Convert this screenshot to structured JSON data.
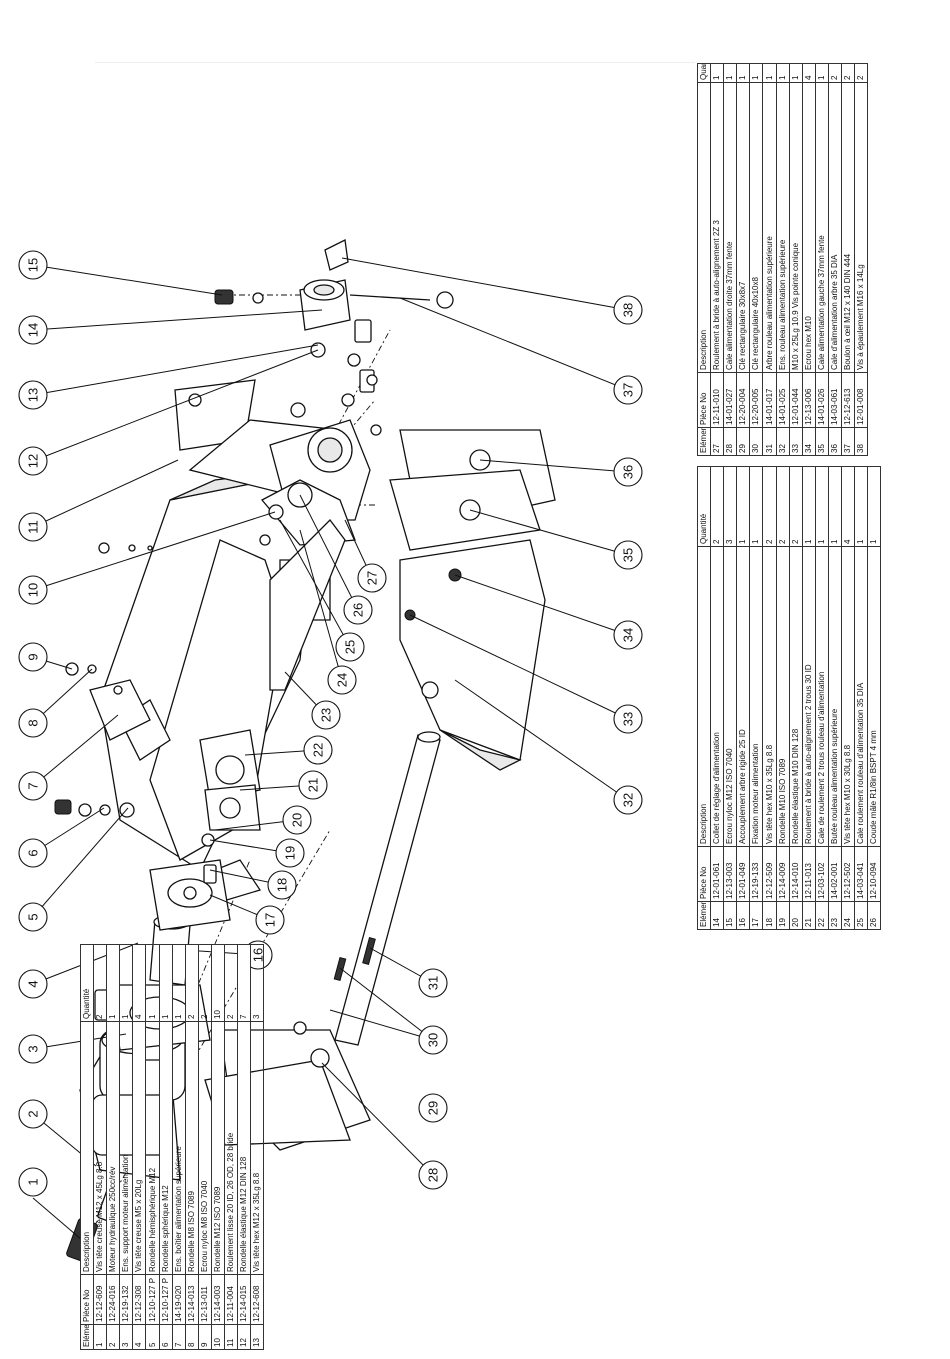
{
  "headers": {
    "element": "Elément",
    "piece_no": "Pièce No",
    "description": "Description",
    "quantity": "Quantité",
    "quantity_short": "Quan"
  },
  "table1": [
    {
      "el": "1",
      "pn": "12-12-609",
      "desc": "Vis tête creuse M12 x 45Lg 8.8",
      "qty": "2"
    },
    {
      "el": "2",
      "pn": "12-24-016",
      "desc": "Moteur hydraulique 250cc/rév",
      "qty": "1"
    },
    {
      "el": "3",
      "pn": "12-19-132",
      "desc": "Ens. support moteur alimentation",
      "qty": "1"
    },
    {
      "el": "4",
      "pn": "12-12-308",
      "desc": "Vis tête creuse M5 x 20Lg",
      "qty": "4"
    },
    {
      "el": "5",
      "pn": "12-10-127 P",
      "desc": "Rondelle hémisphérique M12",
      "qty": "1"
    },
    {
      "el": "6",
      "pn": "12-10-127 P",
      "desc": "Rondelle sphérique M12",
      "qty": "1"
    },
    {
      "el": "7",
      "pn": "14-19-020",
      "desc": "Ens. boîtier alimentation supérieure",
      "qty": "1"
    },
    {
      "el": "8",
      "pn": "12-14-013",
      "desc": "Rondelle M8 ISO 7089",
      "qty": "2"
    },
    {
      "el": "9",
      "pn": "12-13-011",
      "desc": "Ecrou nyloc M8 ISO 7040",
      "qty": "2"
    },
    {
      "el": "10",
      "pn": "12-14-003",
      "desc": "Rondelle M12 ISO 7089",
      "qty": "10"
    },
    {
      "el": "11",
      "pn": "12-11-004",
      "desc": "Roulement lisse 20 ID, 26 OD, 28 bride",
      "qty": "2"
    },
    {
      "el": "12",
      "pn": "12-14-015",
      "desc": "Rondelle élastique M12 DIN 128",
      "qty": "7"
    },
    {
      "el": "13",
      "pn": "12-12-608",
      "desc": "Vis tête hex M12 x 35Lg 8.8",
      "qty": "3"
    }
  ],
  "table2": [
    {
      "el": "14",
      "pn": "12-01-061",
      "desc": "Collet de réglage d'alimentation",
      "qty": "2"
    },
    {
      "el": "15",
      "pn": "12-13-003",
      "desc": "Ecrou nyloc M12 ISO 7040",
      "qty": "3"
    },
    {
      "el": "16",
      "pn": "12-01-049",
      "desc": "Accouplement arbre rigide 25 ID",
      "qty": "1"
    },
    {
      "el": "17",
      "pn": "12-19-133",
      "desc": "Fixation moteur alimentation",
      "qty": "1"
    },
    {
      "el": "18",
      "pn": "12-12-509",
      "desc": "Vis tête hex M10 x 35Lg 8.8",
      "qty": "2"
    },
    {
      "el": "19",
      "pn": "12-14-009",
      "desc": "Rondelle M10 ISO 7089",
      "qty": "2"
    },
    {
      "el": "20",
      "pn": "12-14-010",
      "desc": "Rondelle élastique M10 DIN 128",
      "qty": "2"
    },
    {
      "el": "21",
      "pn": "12-11-013",
      "desc": "Roulement à bride à auto-alignement 2 trous 30 ID",
      "qty": "1"
    },
    {
      "el": "22",
      "pn": "12-03-102",
      "desc": "Cale de roulement 2 trous rouleau d'alimentation",
      "qty": "1"
    },
    {
      "el": "23",
      "pn": "14-02-001",
      "desc": "Butée rouleau alimentation supérieure",
      "qty": "1"
    },
    {
      "el": "24",
      "pn": "12-12-502",
      "desc": "Vis tête hex M10 x 30Lg 8.8",
      "qty": "4"
    },
    {
      "el": "25",
      "pn": "14-03-041",
      "desc": "Cale roulement rouleau d'alimentation 35 DIA",
      "qty": "1"
    },
    {
      "el": "26",
      "pn": "12-10-094",
      "desc": "Coude mâle R1/8in BSPT 4 mm",
      "qty": "1"
    }
  ],
  "table3": [
    {
      "el": "27",
      "pn": "12-11-010",
      "desc": "Roulement à bride à auto-alignement 2Z 3",
      "qty": "1"
    },
    {
      "el": "28",
      "pn": "14-01-027",
      "desc": "Cale alimentation droite 37mm fente",
      "qty": "1"
    },
    {
      "el": "29",
      "pn": "12-20-004",
      "desc": "Clé rectangulaire 30x8x7",
      "qty": "1"
    },
    {
      "el": "30",
      "pn": "12-20-005",
      "desc": "Clé rectangulaire 40x10x8",
      "qty": "1"
    },
    {
      "el": "31",
      "pn": "14-01-017",
      "desc": "Arbre rouleau alimentation supérieure",
      "qty": "1"
    },
    {
      "el": "32",
      "pn": "14-01-025",
      "desc": "Ens. rouleau alimentation supérieure",
      "qty": "1"
    },
    {
      "el": "33",
      "pn": "12-01-044",
      "desc": "M10 x 25Lg 10.9 Vis pointe conique",
      "qty": "1"
    },
    {
      "el": "34",
      "pn": "12-13-006",
      "desc": "Ecrou hex M10",
      "qty": "4"
    },
    {
      "el": "35",
      "pn": "14-01-026",
      "desc": "Cale alimentation gauche 37mm fente",
      "qty": "1"
    },
    {
      "el": "36",
      "pn": "14-03-061",
      "desc": "Cale d'alimentation arbre 35 DIA",
      "qty": "2"
    },
    {
      "el": "37",
      "pn": "12-12-613",
      "desc": "Boulon à œil M12 x 140 DIN 444",
      "qty": "2"
    },
    {
      "el": "38",
      "pn": "12-01-008",
      "desc": "Vis à épaulement M16 x 14Lg",
      "qty": "2"
    }
  ],
  "callouts": [
    "1",
    "2",
    "3",
    "4",
    "5",
    "6",
    "7",
    "8",
    "9",
    "10",
    "11",
    "12",
    "13",
    "14",
    "15",
    "16",
    "17",
    "18",
    "19",
    "20",
    "21",
    "22",
    "23",
    "24",
    "25",
    "26",
    "27",
    "28",
    "29",
    "30",
    "31",
    "32",
    "33",
    "34",
    "35",
    "36",
    "37",
    "38"
  ]
}
